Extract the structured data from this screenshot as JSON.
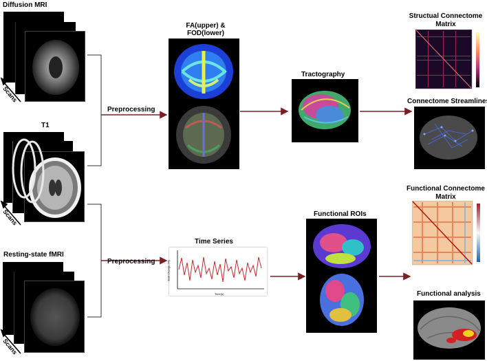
{
  "inputs": {
    "diffusion": "Diffusion MRI",
    "t1": "T1",
    "fmri": "Resting-state fMRI",
    "scans": "Scans"
  },
  "steps": {
    "preprocessing_top": "Preprocessing",
    "preprocessing_bottom": "Preprocessing",
    "fa_fod": "FA(upper) & FOD(lower)",
    "fa_line1": "FA(upper) &",
    "fa_line2": "FOD(lower)",
    "tractography": "Tractography",
    "time_series": "Time Series",
    "functional_rois": "Functional ROIs"
  },
  "outputs": {
    "structural_matrix_line1": "Structual Connectome",
    "structural_matrix_line2": "Matrix",
    "streamlines": "Connectome Streamlines",
    "functional_matrix_line1": "Functional Connectome",
    "functional_matrix_line2": "Matrix",
    "functional_analysis": "Functional analysis"
  },
  "time_series_plot": {
    "ylabel": "Bold Change (%)",
    "xlabel": "Time(s)",
    "line_color": "#c0282f"
  },
  "colors": {
    "arrow": "#7a1f23",
    "connector": "#333333"
  }
}
